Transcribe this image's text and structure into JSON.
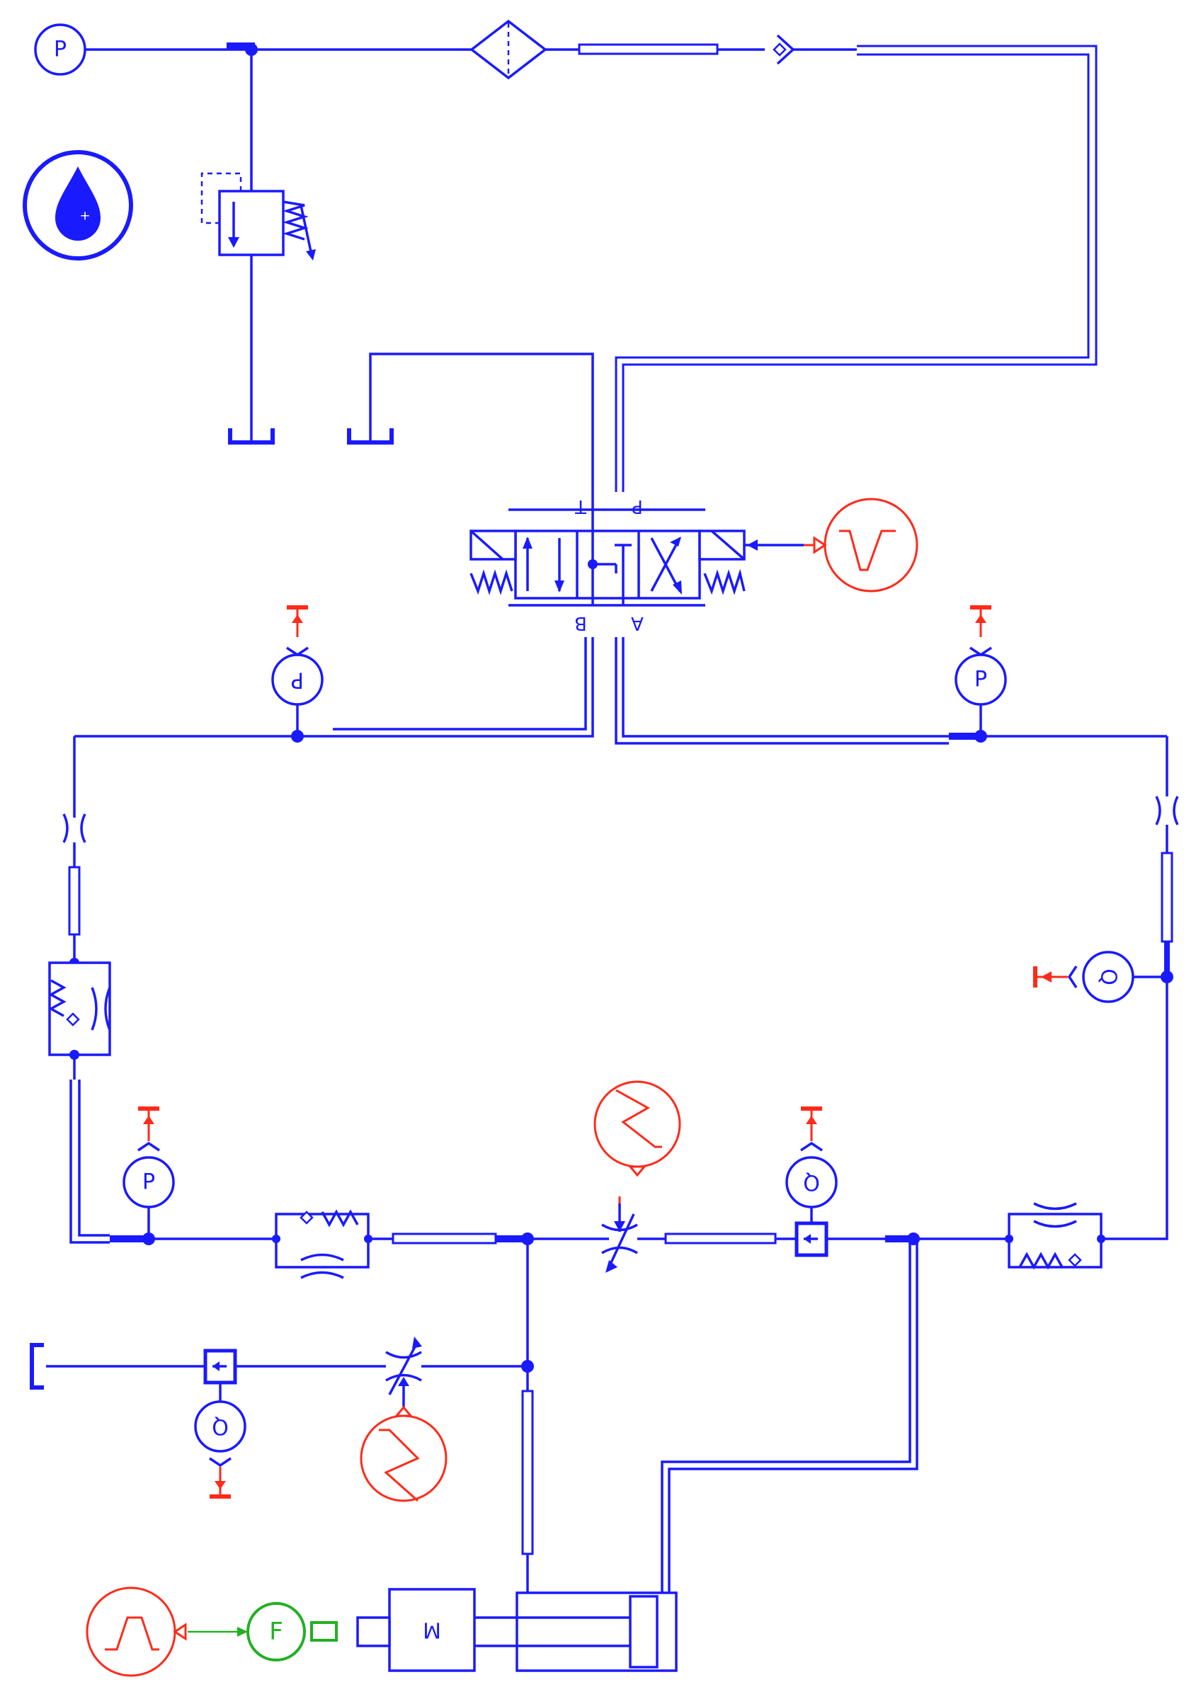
{
  "colors": {
    "hydraulic": "#1a1aff",
    "signal": "#ff2a1a",
    "mechanical": "#22b022",
    "background": "#ffffff"
  },
  "pressure_source": {
    "label": "P",
    "icon": "pressure-source-icon"
  },
  "fluid_properties": {
    "icon": "fluid-drop-icon"
  },
  "directional_valve": {
    "port_p": "P",
    "port_t": "T",
    "port_a": "A",
    "port_b": "B"
  },
  "sensors": {
    "pressure_b": "P",
    "pressure_a": "P",
    "pressure_left": "P",
    "flow_right": "Q",
    "flow_lower": "Q",
    "flow_meter_right": "Q"
  },
  "force_source": {
    "label": "F"
  },
  "load_mass": {
    "label": "M"
  }
}
